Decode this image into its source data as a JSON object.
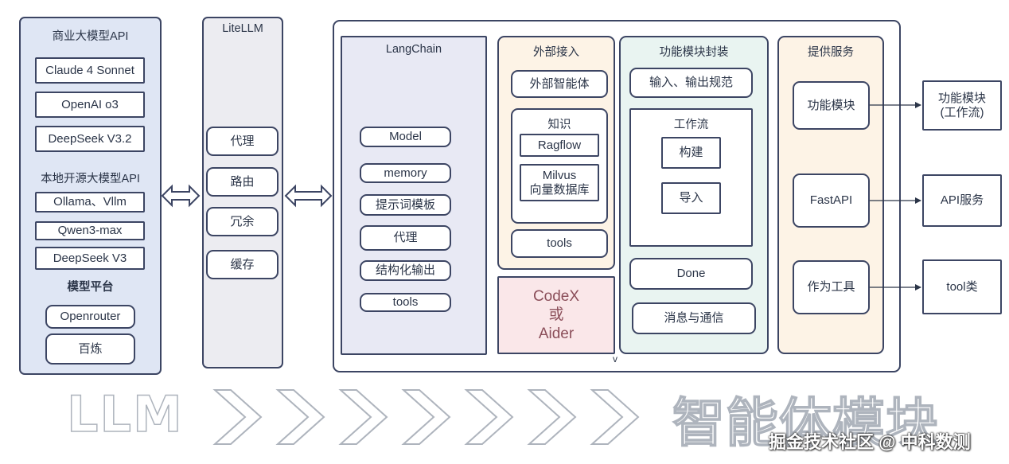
{
  "llm_panel": {
    "commercial_title": "商业大模型API",
    "commercial_items": [
      "Claude 4 Sonnet",
      "OpenAI o3",
      "DeepSeek V3.2"
    ],
    "local_title": "本地开源大模型API",
    "local_items": [
      "Ollama、Vllm",
      "Qwen3-max",
      "DeepSeek V3"
    ],
    "platform_title": "模型平台",
    "platform_items": [
      "Openrouter",
      "百炼"
    ]
  },
  "litellm": {
    "title": "LiteLLM",
    "items": [
      "代理",
      "路由",
      "冗余",
      "缓存"
    ]
  },
  "langchain": {
    "title": "LangChain",
    "items": [
      "Model",
      "memory",
      "提示词模板",
      "代理",
      "结构化输出",
      "tools"
    ]
  },
  "external": {
    "title": "外部接入",
    "agent": "外部智能体",
    "knowledge_title": "知识",
    "knowledge_items": [
      "Ragflow",
      "Milvus\n向量数据库"
    ],
    "tools": "tools"
  },
  "codex": {
    "label": "CodeX\n或\nAider"
  },
  "function_wrap": {
    "title": "功能模块封装",
    "io_spec": "输入、输出规范",
    "workflow_title": "工作流",
    "workflow_items": [
      "构建",
      "导入"
    ],
    "done": "Done",
    "messaging": "消息与通信"
  },
  "services": {
    "title": "提供服务",
    "items": [
      "功能模块",
      "FastAPI",
      "作为工具"
    ]
  },
  "outputs": [
    "功能模块\n(工作流)",
    "API服务",
    "tool类"
  ],
  "stray_mark": "v",
  "banner": {
    "left": "LLM",
    "right": "智能体模块",
    "chevron_count": 7
  },
  "watermark": "掘金技术社区 @ 中科数测",
  "colors": {
    "llm_panel_bg": "#dfe6f4",
    "litellm_bg": "#ececf1",
    "langchain_bg": "#e8e9f4",
    "external_bg": "#fdf3e6",
    "codex_bg": "#fae7e9",
    "codex_text": "#8b4f5a",
    "function_bg": "#e9f4f1",
    "services_bg": "#fdf3e6",
    "border": "#3c4563",
    "banner_outline": "#aeb4bd"
  }
}
